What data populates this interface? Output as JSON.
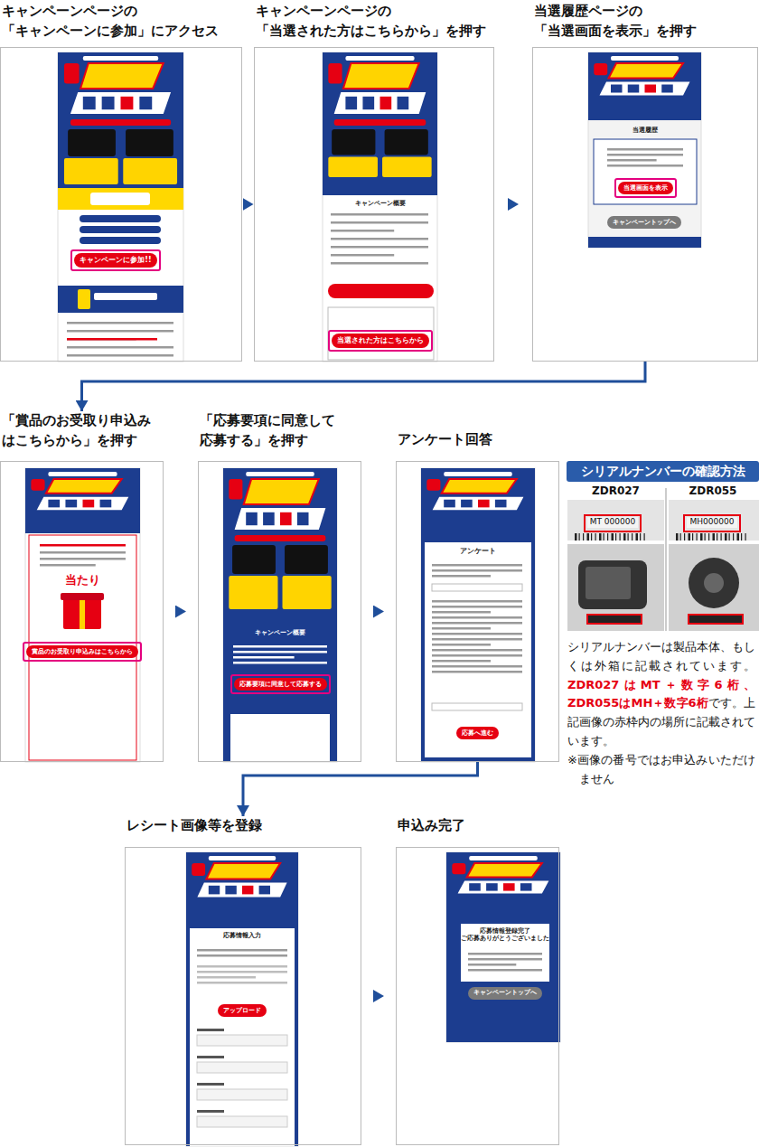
{
  "diagram": {
    "nodes": [
      {
        "text": [
          "キャンペーンページの 「キャンペーンに参加」にアクセス"
        ]
      },
      {
        "text": [
          "キャンペーンに参加!!"
        ],
        "in": 0
      },
      {
        "text": [
          "キャンペーンページの 「当選された方はこちらから」を押す"
        ]
      },
      {
        "text": [
          "当選された方はこちらから"
        ],
        "in": 2
      },
      {
        "text": [
          "当選履歴ページの 「当選画面を表示」を押す"
        ]
      },
      {
        "text": [
          "当選画面を表示"
        ],
        "in": 4
      },
      {
        "text": [
          "キャンペーントップへ"
        ],
        "in": 4
      },
      {
        "text": [
          "「賞品のお受取り申込み はこちらから」を押す"
        ]
      },
      {
        "text": [
          "賞品のお受取り申込みはこちらから"
        ],
        "in": 7
      },
      {
        "text": [
          "「応募要項に同意して 応募する」を押す"
        ]
      },
      {
        "text": [
          "応募要項に同意して応募する"
        ],
        "in": 9
      },
      {
        "text": [
          "アンケート回答"
        ]
      },
      {
        "text": [
          "応募へ進む"
        ],
        "in": 11
      },
      {
        "text": [
          "シリアルナンバーの確認方法"
        ]
      },
      {
        "text": [
          "レシート画像等を登録"
        ]
      },
      {
        "text": [
          "アップロード"
        ],
        "in": 14
      },
      {
        "text": [
          "申込み完了"
        ]
      },
      {
        "text": [
          "キャンペーントップへ"
        ],
        "in": 16
      }
    ],
    "edges": [
      {
        "from": 0,
        "to": 2,
        "arrow": "to"
      },
      {
        "from": 2,
        "to": 4,
        "arrow": "to"
      },
      {
        "from": 4,
        "to": 7,
        "arrow": "to"
      },
      {
        "from": 7,
        "to": 9,
        "arrow": "to"
      },
      {
        "from": 9,
        "to": 11,
        "arrow": "to"
      },
      {
        "from": 11,
        "to": 14,
        "arrow": "to"
      },
      {
        "from": 14,
        "to": 16,
        "arrow": "to"
      }
    ],
    "labels": [
      "キャンペーン概要",
      "当選履歴",
      "当たり",
      "キャンペーン概要",
      "アンケート",
      "応募情報入力",
      "応募情報登録完了 ご応募ありがとうございました",
      "ZDR027",
      "ZDR055",
      "MT 000000",
      "MH000000",
      "シリアルナンバーは製品本体、もしくは外箱に記載されています。",
      "ZDR027はMT＋数字6桁、ZDR055はMH＋数字6桁",
      "です。上記画像の赤枠内の場所に記載されています。",
      "※画像の番号ではお申込みいただけません"
    ]
  }
}
